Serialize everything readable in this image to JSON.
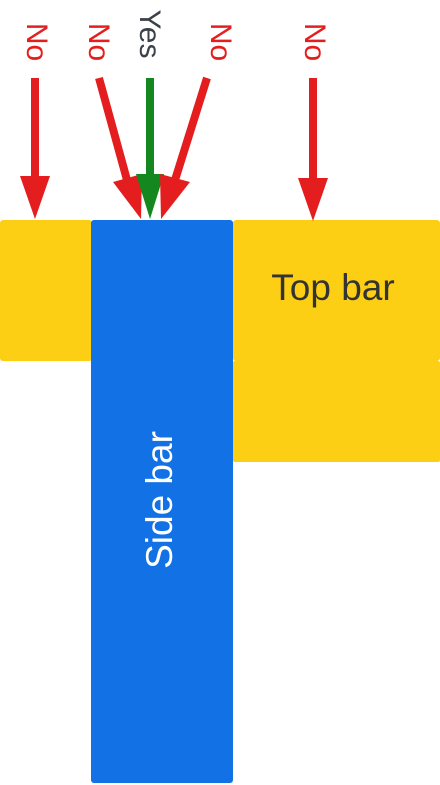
{
  "colors": {
    "top_bar": "#FCCF14",
    "side_bar": "#1371E6",
    "no_arrow": "#E41E1E",
    "yes_arrow": "#14881E",
    "yes_text": "#3B4049",
    "top_bar_text": "#333333",
    "side_bar_text": "#FFFFFF"
  },
  "boxes": {
    "top_bar_label": "Top bar",
    "side_bar_label": "Side bar"
  },
  "arrows": [
    {
      "label": "No",
      "kind": "no"
    },
    {
      "label": "No",
      "kind": "no"
    },
    {
      "label": "Yes",
      "kind": "yes"
    },
    {
      "label": "No",
      "kind": "no"
    },
    {
      "label": "No",
      "kind": "no"
    }
  ]
}
